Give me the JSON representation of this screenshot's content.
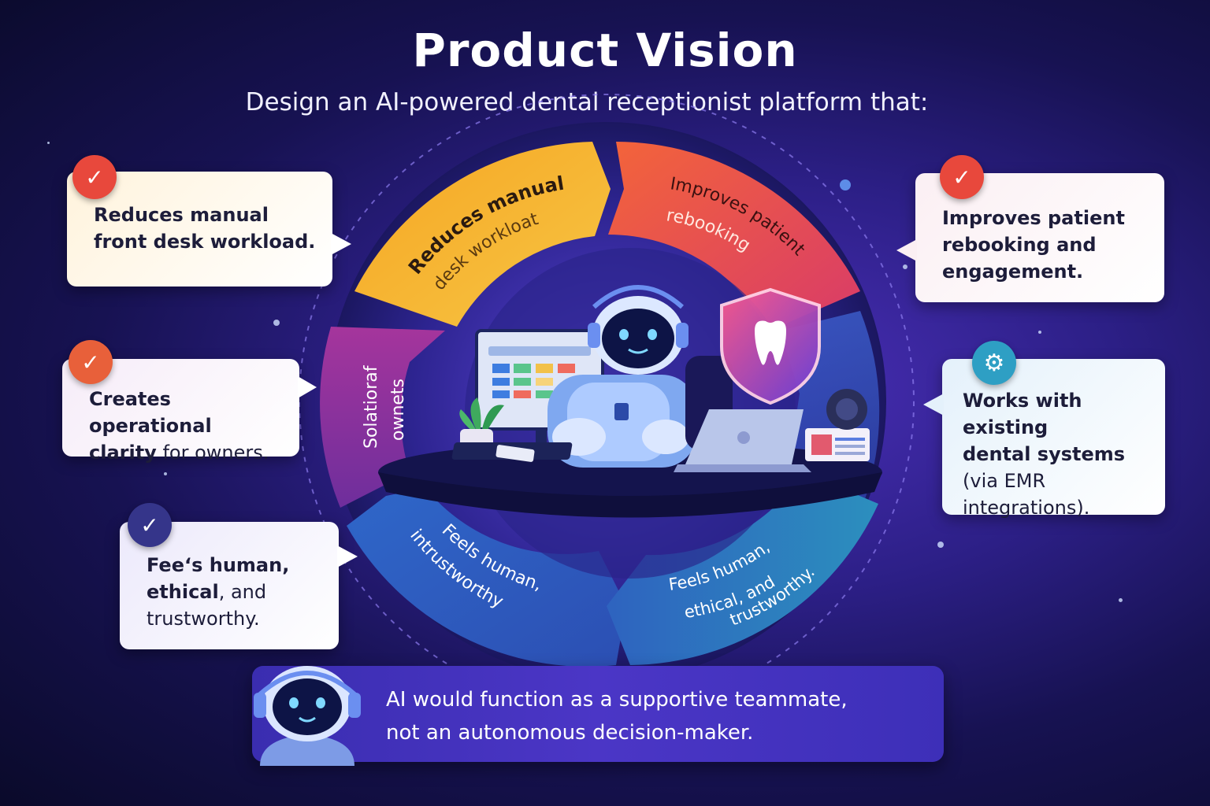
{
  "title": "Product Vision",
  "subtitle": "Design an AI-powered dental receptionist platform that:",
  "cards": {
    "workload": {
      "line1": "Reduces manual",
      "line2": "front desk workload.",
      "icon": "check-icon"
    },
    "rebooking": {
      "line1": "Improves patient",
      "line2": "rebooking and",
      "line3": "engagement.",
      "icon": "check-icon"
    },
    "clarity": {
      "line1": "Creates operational",
      "line2_bold": "clarity",
      "line2_rest": " for owners.",
      "icon": "check-icon"
    },
    "systems": {
      "line1": "Works with existing",
      "line2": "dental systems",
      "line3": "(via EMR",
      "line4": "integrations).",
      "icon": "gear-icon"
    },
    "human": {
      "line1": "Fee‘s human,",
      "line2_bold": "ethical",
      "line2_rest": ", and",
      "line3": "trustworthy.",
      "icon": "check-icon"
    }
  },
  "wheel": {
    "segments": [
      {
        "line1": "Reduces manual",
        "line2": "desk workloat",
        "color": "#f6a51f"
      },
      {
        "line1": "Improves patient",
        "line2": "rebooking",
        "color": "#ef4f45"
      },
      {
        "line1": "Solatioraf",
        "line2": "ownets",
        "color": "#9b2f9a"
      },
      {
        "line1": "Feels human,",
        "line2": "intrustworthy",
        "color": "#2f5fc6"
      },
      {
        "line1": "Feels human,",
        "line2": "ethical, and",
        "line3": "trustworthy.",
        "color": "#2a6fb8"
      }
    ]
  },
  "bottom": {
    "line1": "AI would function as a supportive teammate,",
    "line2": "not an autonomous decision-maker."
  },
  "colors": {
    "orange": "#f6a51f",
    "red": "#ef4f45",
    "purple": "#9b2f9a",
    "blue": "#2f5fc6",
    "teal": "#2a6fb8",
    "check_red": "#e8483c",
    "check_orange": "#e8603a",
    "check_navy": "#35358a",
    "gear_teal": "#2e9fc4"
  }
}
